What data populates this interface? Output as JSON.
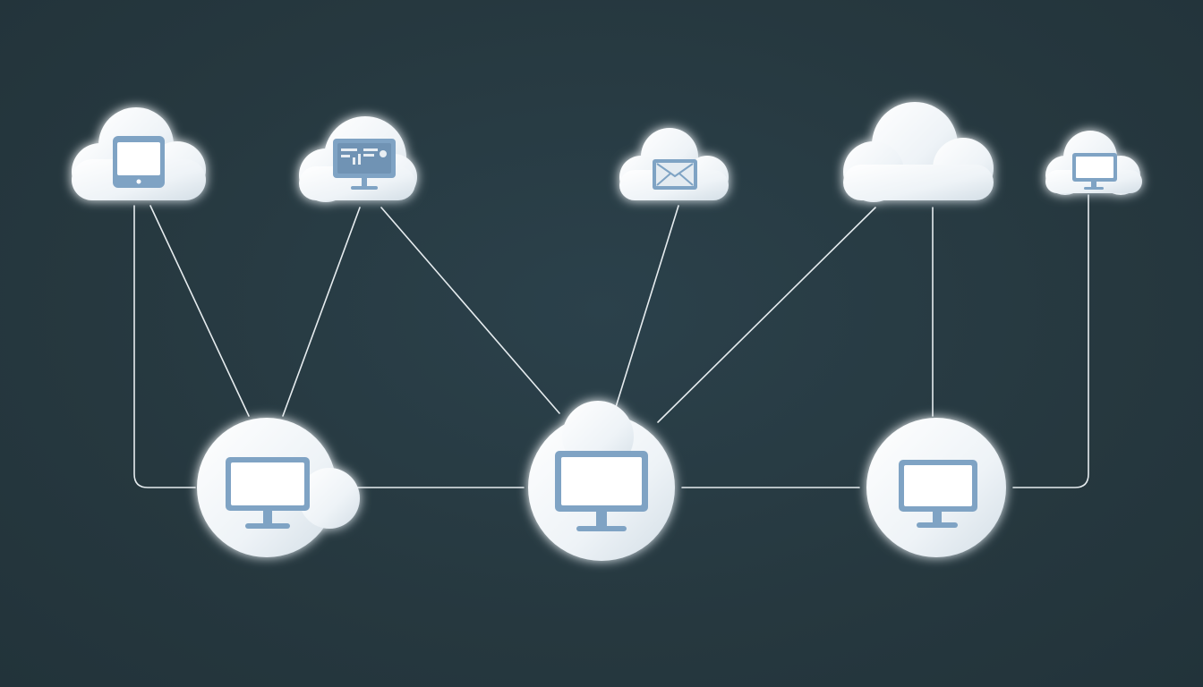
{
  "diagram": {
    "kind": "network-topology",
    "colors": {
      "background": "#263a44",
      "link": "#e6ecef",
      "cloud": "#eef3f7",
      "device": "#7fa3c4"
    },
    "top_nodes": [
      {
        "id": "cloud-1",
        "icon": "tablet-icon"
      },
      {
        "id": "cloud-2",
        "icon": "dashboard-monitor-icon"
      },
      {
        "id": "cloud-3",
        "icon": "envelope-icon"
      },
      {
        "id": "cloud-4",
        "icon": "cloud-icon"
      },
      {
        "id": "cloud-5",
        "icon": "monitor-icon"
      }
    ],
    "hub_nodes": [
      {
        "id": "hub-left",
        "icon": "monitor-icon"
      },
      {
        "id": "hub-center",
        "icon": "monitor-icon"
      },
      {
        "id": "hub-right",
        "icon": "monitor-icon"
      }
    ],
    "connections": [
      [
        "cloud-1",
        "hub-left"
      ],
      [
        "cloud-1",
        "hub-left"
      ],
      [
        "cloud-2",
        "hub-left"
      ],
      [
        "cloud-2",
        "hub-center"
      ],
      [
        "cloud-3",
        "hub-center"
      ],
      [
        "cloud-4",
        "hub-center"
      ],
      [
        "cloud-4",
        "hub-right"
      ],
      [
        "cloud-5",
        "hub-right"
      ],
      [
        "hub-left",
        "hub-center"
      ],
      [
        "hub-center",
        "hub-right"
      ]
    ]
  }
}
